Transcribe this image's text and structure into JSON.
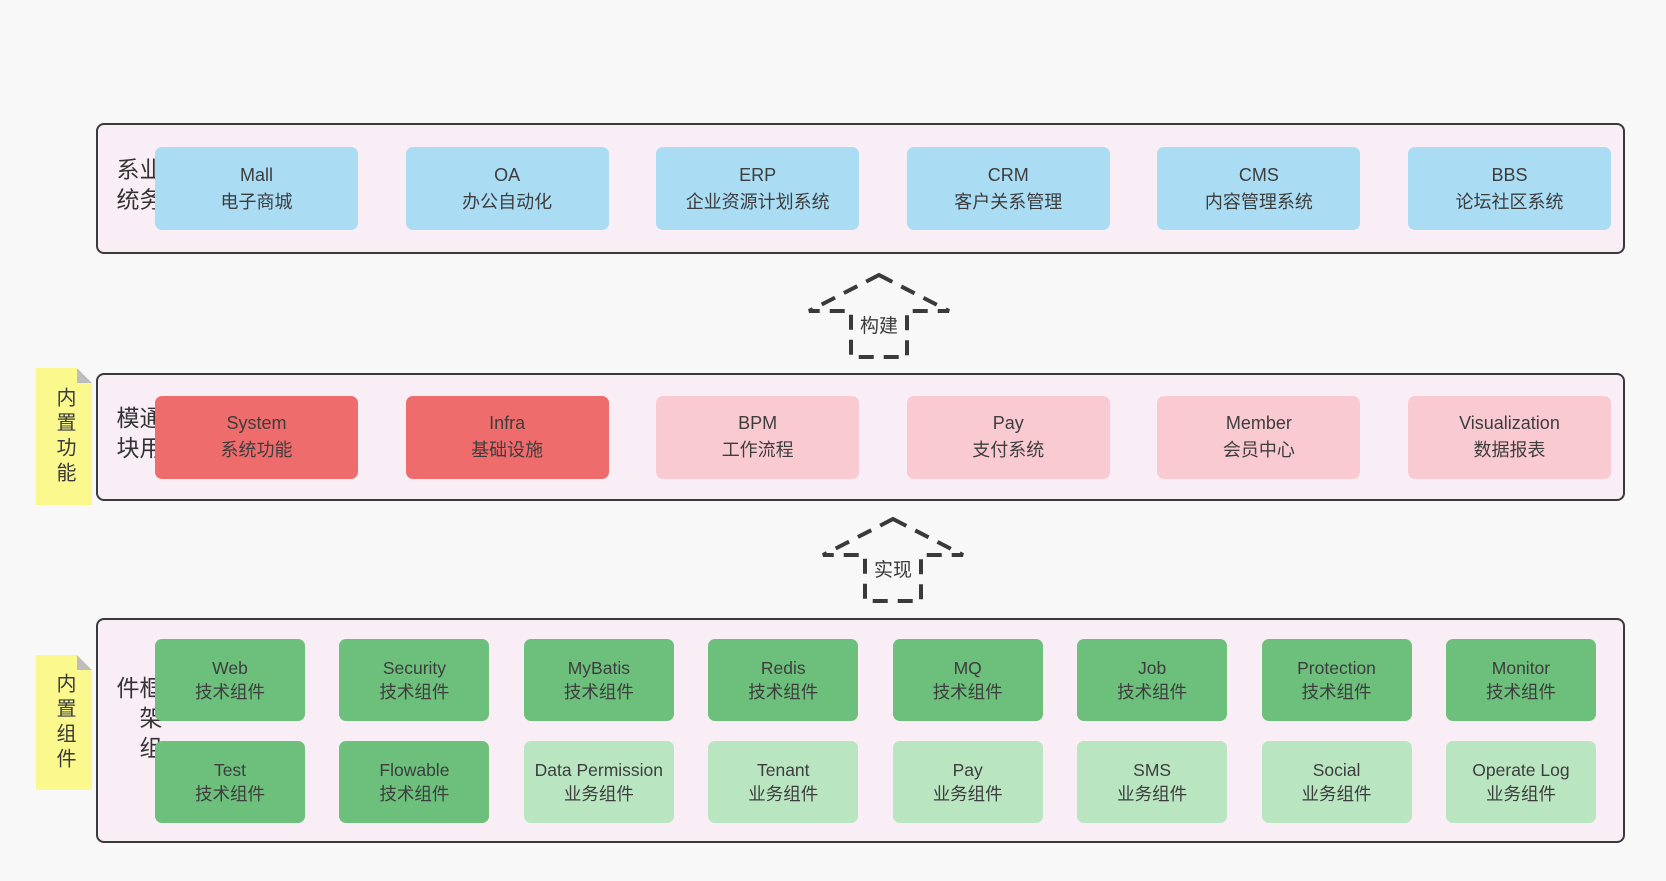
{
  "palette": {
    "page_bg": "#f8f8f8",
    "layer_bg": "#f9eef6",
    "layer_border": "#3a3a3a",
    "blue_box": "#aadcf4",
    "red_box": "#ef6c6c",
    "pink_box": "#facad2",
    "green_box": "#6cc07c",
    "light_green_box": "#b9e5c1",
    "sticky_yellow": "#fbf98e",
    "sticky_fold_gray": "#bdbdbd",
    "text": "#3d3d3d"
  },
  "arrows": [
    {
      "label": "构建"
    },
    {
      "label": "实现"
    }
  ],
  "layers": [
    {
      "label": "业务系统",
      "boxes": [
        {
          "title": "Mall",
          "subtitle": "电子商城",
          "variant": "blue"
        },
        {
          "title": "OA",
          "subtitle": "办公自动化",
          "variant": "blue"
        },
        {
          "title": "ERP",
          "subtitle": "企业资源计划系统",
          "variant": "blue"
        },
        {
          "title": "CRM",
          "subtitle": "客户关系管理",
          "variant": "blue"
        },
        {
          "title": "CMS",
          "subtitle": "内容管理系统",
          "variant": "blue"
        },
        {
          "title": "BBS",
          "subtitle": "论坛社区系统",
          "variant": "blue"
        }
      ]
    },
    {
      "label": "通用模块",
      "sticky": "内置功能",
      "boxes": [
        {
          "title": "System",
          "subtitle": "系统功能",
          "variant": "red"
        },
        {
          "title": "Infra",
          "subtitle": "基础设施",
          "variant": "red"
        },
        {
          "title": "BPM",
          "subtitle": "工作流程",
          "variant": "pink"
        },
        {
          "title": "Pay",
          "subtitle": "支付系统",
          "variant": "pink"
        },
        {
          "title": "Member",
          "subtitle": "会员中心",
          "variant": "pink"
        },
        {
          "title": "Visualization",
          "subtitle": "数据报表",
          "variant": "pink"
        }
      ]
    },
    {
      "label": "框架组件",
      "sticky": "内置组件",
      "rows": [
        [
          {
            "title": "Web",
            "subtitle": "技术组件",
            "variant": "green"
          },
          {
            "title": "Security",
            "subtitle": "技术组件",
            "variant": "green"
          },
          {
            "title": "MyBatis",
            "subtitle": "技术组件",
            "variant": "green"
          },
          {
            "title": "Redis",
            "subtitle": "技术组件",
            "variant": "green"
          },
          {
            "title": "MQ",
            "subtitle": "技术组件",
            "variant": "green"
          },
          {
            "title": "Job",
            "subtitle": "技术组件",
            "variant": "green"
          },
          {
            "title": "Protection",
            "subtitle": "技术组件",
            "variant": "green"
          },
          {
            "title": "Monitor",
            "subtitle": "技术组件",
            "variant": "green"
          }
        ],
        [
          {
            "title": "Test",
            "subtitle": "技术组件",
            "variant": "green"
          },
          {
            "title": "Flowable",
            "subtitle": "技术组件",
            "variant": "green"
          },
          {
            "title": "Data Permission",
            "subtitle": "业务组件",
            "variant": "lightgreen"
          },
          {
            "title": "Tenant",
            "subtitle": "业务组件",
            "variant": "lightgreen"
          },
          {
            "title": "Pay",
            "subtitle": "业务组件",
            "variant": "lightgreen"
          },
          {
            "title": "SMS",
            "subtitle": "业务组件",
            "variant": "lightgreen"
          },
          {
            "title": "Social",
            "subtitle": "业务组件",
            "variant": "lightgreen"
          },
          {
            "title": "Operate Log",
            "subtitle": "业务组件",
            "variant": "lightgreen"
          }
        ]
      ]
    }
  ]
}
